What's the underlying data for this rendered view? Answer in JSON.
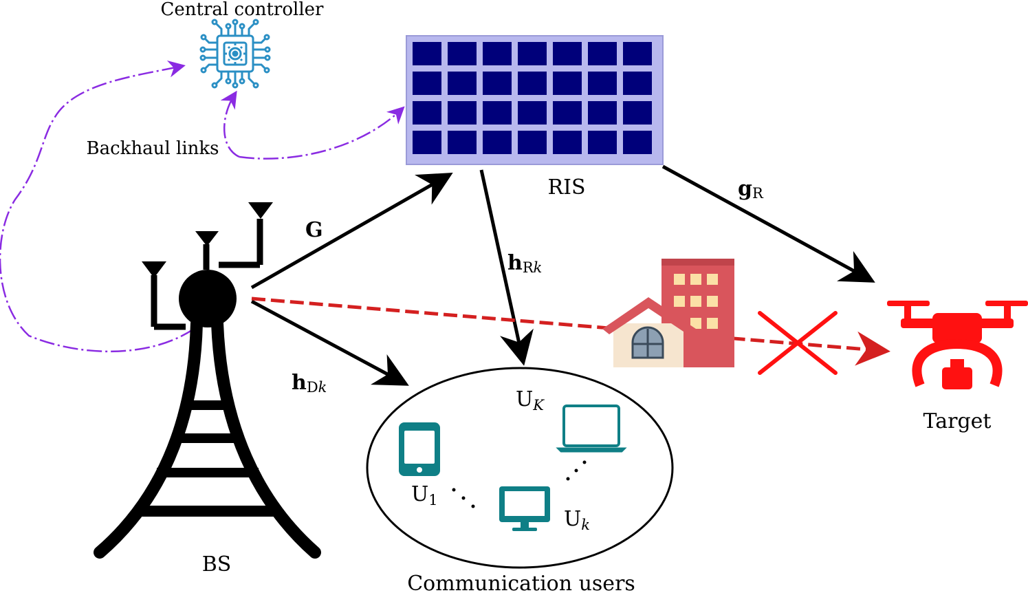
{
  "labels": {
    "central_controller": "Central controller",
    "backhaul": "Backhaul links",
    "ris": "RIS",
    "bs": "BS",
    "target": "Target",
    "comm_users": "Communication users"
  },
  "channels": {
    "G": "G",
    "g": "g",
    "g_sub": "R",
    "h_r": "h",
    "h_r_sub": "R",
    "h_r_sub_k": "k",
    "h_d": "h",
    "h_d_sub": "D",
    "h_d_sub_k": "k"
  },
  "users": {
    "u": "U",
    "u1_sub": "1",
    "uk_sub": "k",
    "uK_sub": "K"
  },
  "colors": {
    "arrow": "#000000",
    "backhaul": "#8a2be2",
    "blocked_link": "#d42020",
    "ris_frame": "#b8b8ee",
    "ris_element": "#00007a",
    "controller": "#2a8fc4",
    "device": "#0f7f86",
    "target": "#ff1111",
    "building": "#d9555c"
  },
  "ris_grid": {
    "rows": 4,
    "cols": 7
  }
}
